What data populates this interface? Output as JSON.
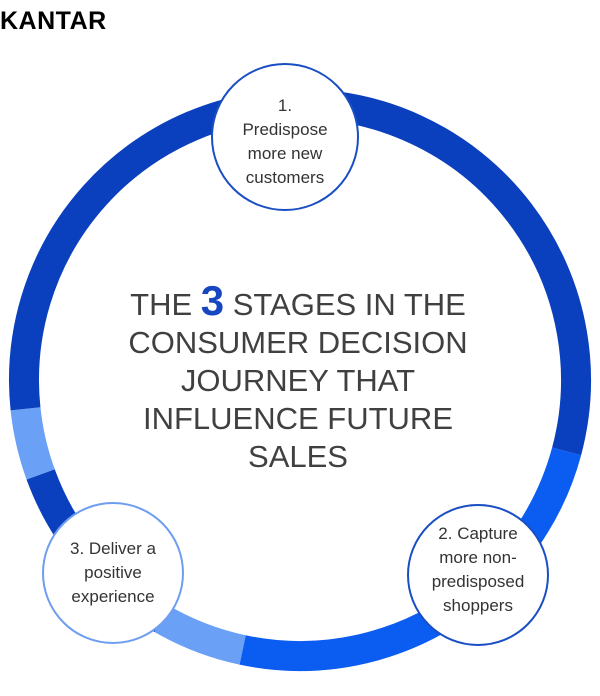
{
  "brand": {
    "logo_text": "KANTAR"
  },
  "title": {
    "prefix": "THE ",
    "number": "3",
    "rest": " STAGES IN THE CONSUMER DECISION JOURNEY THAT INFLUENCE FUTURE SALES"
  },
  "stages": [
    {
      "text": "1. Predispose more new customers"
    },
    {
      "text": "2. Capture more non-predisposed shoppers"
    },
    {
      "text": "3. Deliver a positive experience"
    }
  ],
  "colors": {
    "ring_dark": "#0a3fbd",
    "ring_bright": "#0b5cf0",
    "ring_light": "#6aa0f6",
    "circle_border_dark": "#1a4fc4",
    "circle_border_light": "#6f9ef0",
    "accent_number": "#1646c0",
    "text": "#404040"
  }
}
